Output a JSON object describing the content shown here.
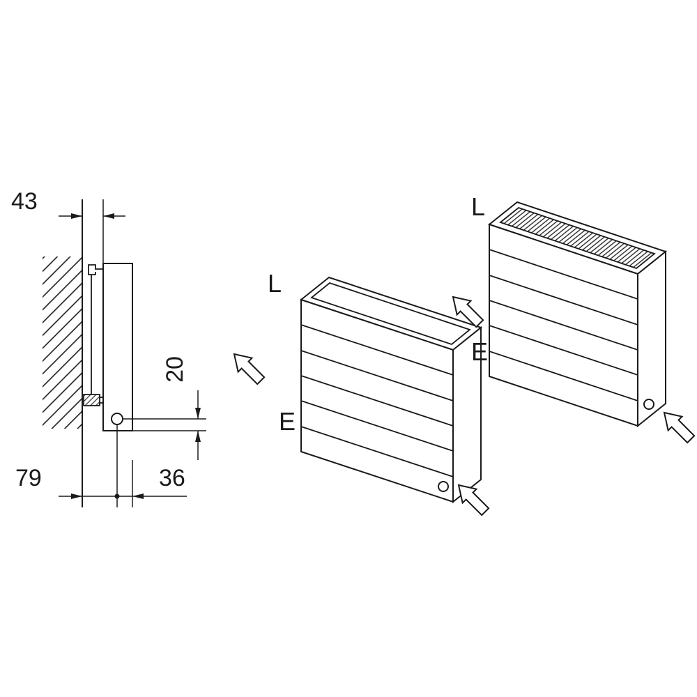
{
  "colors": {
    "line": "#1a1a1a",
    "background": "#ffffff"
  },
  "side_view": {
    "dim_wall_clearance": "43",
    "dim_pipe_bottom_offset": "20",
    "dim_wall_to_pipe_axis": "79",
    "dim_pipe_axis_to_front": "36"
  },
  "radiators": {
    "open_top": {
      "label_top": "L",
      "label_bottom": "E"
    },
    "grille_top": {
      "label_top": "L",
      "label_bottom": "E"
    }
  }
}
